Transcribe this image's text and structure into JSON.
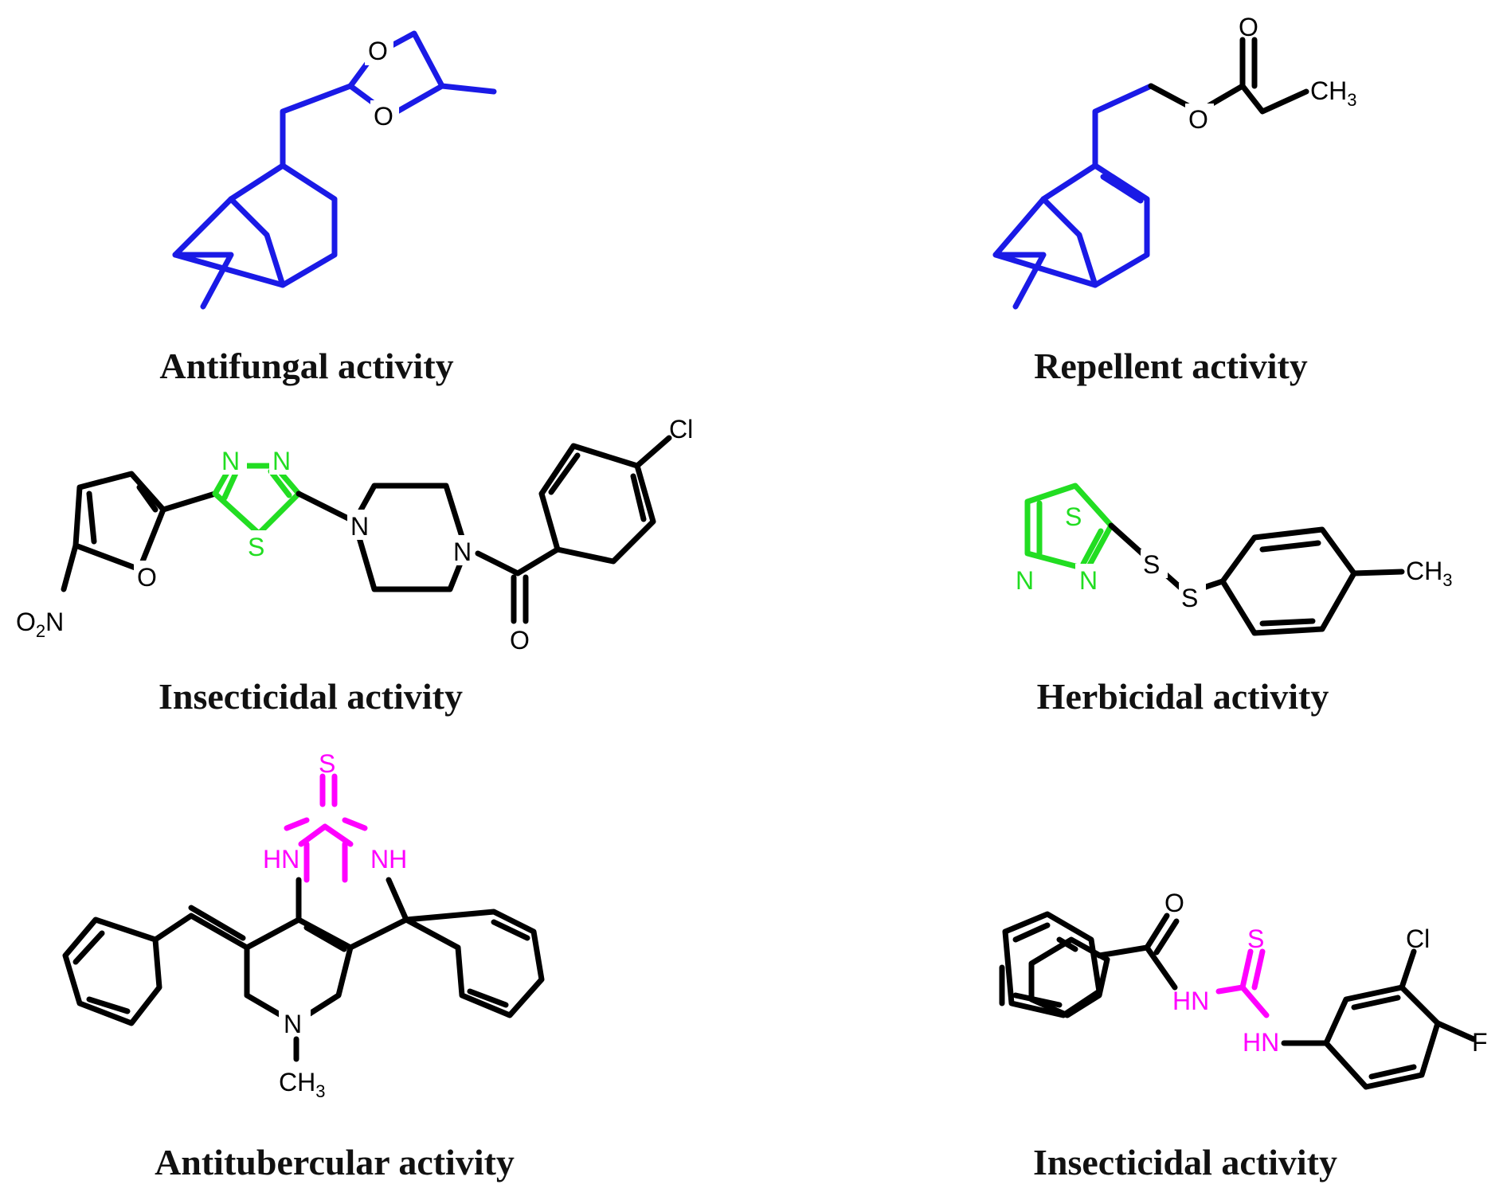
{
  "colors": {
    "pinane": "#1a1ae6",
    "thiadiazole": "#22dd22",
    "thiourea": "#ff00ff",
    "black": "#000000"
  },
  "molecules": [
    {
      "id": "antifungal",
      "caption": "Antifungal activity",
      "atoms": [
        "O",
        "O"
      ]
    },
    {
      "id": "repellent",
      "caption": "Repellent activity",
      "atoms": [
        "O",
        "O",
        "CH",
        "3"
      ]
    },
    {
      "id": "insecticidal-1",
      "caption": "Insecticidal activity",
      "atoms": [
        "Cl",
        "N",
        "N",
        "S",
        "N",
        "N",
        "O",
        "O",
        "O",
        "2",
        "N"
      ]
    },
    {
      "id": "herbicidal",
      "caption": "Herbicidal activity",
      "atoms": [
        "S",
        "N",
        "N",
        "S",
        "S",
        "CH",
        "3"
      ]
    },
    {
      "id": "antitubercular",
      "caption": "Antitubercular activity",
      "atoms": [
        "S",
        "HN",
        "NH",
        "N",
        "CH",
        "3"
      ]
    },
    {
      "id": "insecticidal-2",
      "caption": "Insecticidal activity",
      "atoms": [
        "O",
        "S",
        "HN",
        "HN",
        "Cl",
        "F"
      ]
    }
  ]
}
